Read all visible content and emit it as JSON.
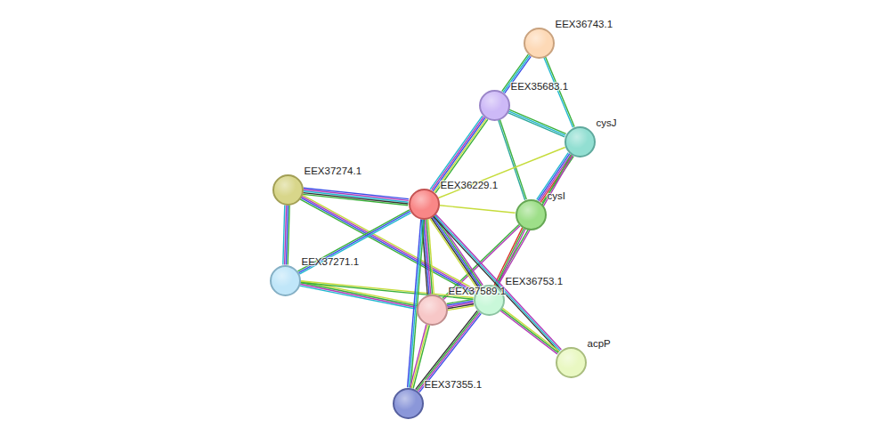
{
  "diagram": {
    "nodes": [
      {
        "text": [
          "EEX36743.1"
        ]
      },
      {
        "text": [
          "EEX35683.1"
        ]
      },
      {
        "text": [
          "cysJ"
        ]
      },
      {
        "text": [
          "EEX37274.1"
        ]
      },
      {
        "text": [
          "EEX36229.1"
        ]
      },
      {
        "text": [
          "cysI"
        ]
      },
      {
        "text": [
          "EEX37271.1"
        ]
      },
      {
        "text": [
          "EEX36753.1"
        ]
      },
      {
        "text": [
          "EEX37589.1"
        ]
      },
      {
        "text": [
          "acpP"
        ]
      },
      {
        "text": [
          "EEX37355.1"
        ]
      }
    ],
    "edges": [
      {
        "from": 0,
        "to": 1,
        "arrow": "none"
      },
      {
        "from": 0,
        "to": 2,
        "arrow": "none"
      },
      {
        "from": 1,
        "to": 2,
        "arrow": "none"
      },
      {
        "from": 1,
        "to": 4,
        "arrow": "none"
      },
      {
        "from": 1,
        "to": 5,
        "arrow": "none"
      },
      {
        "from": 2,
        "to": 5,
        "arrow": "none"
      },
      {
        "from": 2,
        "to": 4,
        "arrow": "none"
      },
      {
        "from": 2,
        "to": 7,
        "arrow": "none"
      },
      {
        "from": 5,
        "to": 4,
        "arrow": "none"
      },
      {
        "from": 5,
        "to": 7,
        "arrow": "none"
      },
      {
        "from": 5,
        "to": 8,
        "arrow": "none"
      },
      {
        "from": 3,
        "to": 4,
        "arrow": "none"
      },
      {
        "from": 3,
        "to": 6,
        "arrow": "none"
      },
      {
        "from": 3,
        "to": 7,
        "arrow": "none"
      },
      {
        "from": 6,
        "to": 4,
        "arrow": "none"
      },
      {
        "from": 6,
        "to": 8,
        "arrow": "none"
      },
      {
        "from": 6,
        "to": 7,
        "arrow": "none"
      },
      {
        "from": 4,
        "to": 8,
        "arrow": "none"
      },
      {
        "from": 4,
        "to": 7,
        "arrow": "none"
      },
      {
        "from": 4,
        "to": 10,
        "arrow": "none"
      },
      {
        "from": 4,
        "to": 9,
        "arrow": "none"
      },
      {
        "from": 8,
        "to": 7,
        "arrow": "none"
      },
      {
        "from": 8,
        "to": 10,
        "arrow": "none"
      },
      {
        "from": 7,
        "to": 10,
        "arrow": "none"
      },
      {
        "from": 7,
        "to": 9,
        "arrow": "none"
      }
    ]
  }
}
